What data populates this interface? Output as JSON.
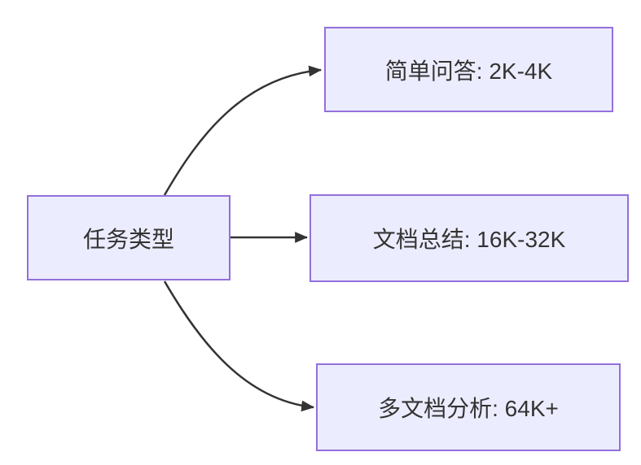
{
  "diagram": {
    "type": "flowchart",
    "direction": "left-to-right",
    "root": {
      "id": "task-type",
      "label": "任务类型"
    },
    "nodes": [
      {
        "id": "simple-qa",
        "label": "简单问答: 2K-4K"
      },
      {
        "id": "doc-summary",
        "label": "文档总结: 16K-32K"
      },
      {
        "id": "multi-doc",
        "label": "多文档分析: 64K+"
      }
    ],
    "edges": [
      {
        "from": "任务类型",
        "to": "简单问答: 2K-4K"
      },
      {
        "from": "任务类型",
        "to": "文档总结: 16K-32K"
      },
      {
        "from": "任务类型",
        "to": "多文档分析: 64K+"
      }
    ],
    "colors": {
      "node_fill": "#ECECFF",
      "node_border": "#9370DB",
      "edge_stroke": "#333333",
      "text": "#333333",
      "background": "#FFFFFF"
    }
  }
}
